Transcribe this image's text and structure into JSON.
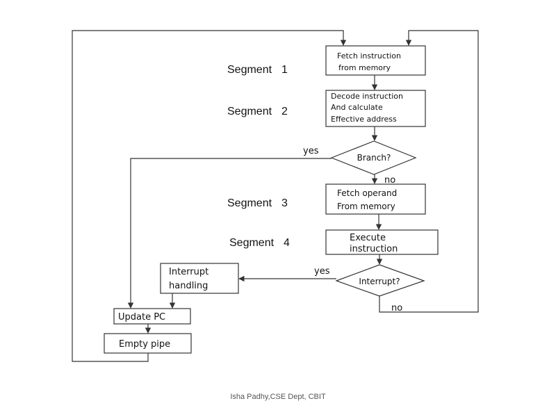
{
  "segments": {
    "s1": {
      "label": "Segment",
      "num": "1"
    },
    "s2": {
      "label": "Segment",
      "num": "2"
    },
    "s3": {
      "label": "Segment",
      "num": "3"
    },
    "s4": {
      "label": "Segment",
      "num": "4"
    }
  },
  "nodes": {
    "fetch_instruction": [
      "Fetch  instruction",
      "from memory"
    ],
    "decode_instruction": [
      "Decode instruction",
      "And calculate",
      "Effective address"
    ],
    "branch": "Branch?",
    "fetch_operand": [
      "Fetch operand",
      "From memory"
    ],
    "execute_instruction": [
      "Execute",
      "instruction"
    ],
    "interrupt": "Interrupt?",
    "interrupt_handling": [
      "Interrupt",
      "handling"
    ],
    "update_pc": "Update PC",
    "empty_pipe": "Empty pipe"
  },
  "edge_labels": {
    "branch_yes": "yes",
    "branch_no": "no",
    "interrupt_yes": "yes",
    "interrupt_no": "no"
  },
  "footer": "Isha Padhy,CSE Dept, CBIT",
  "colors": {
    "stroke": "#333333",
    "text": "#111111",
    "footer": "#555555"
  }
}
